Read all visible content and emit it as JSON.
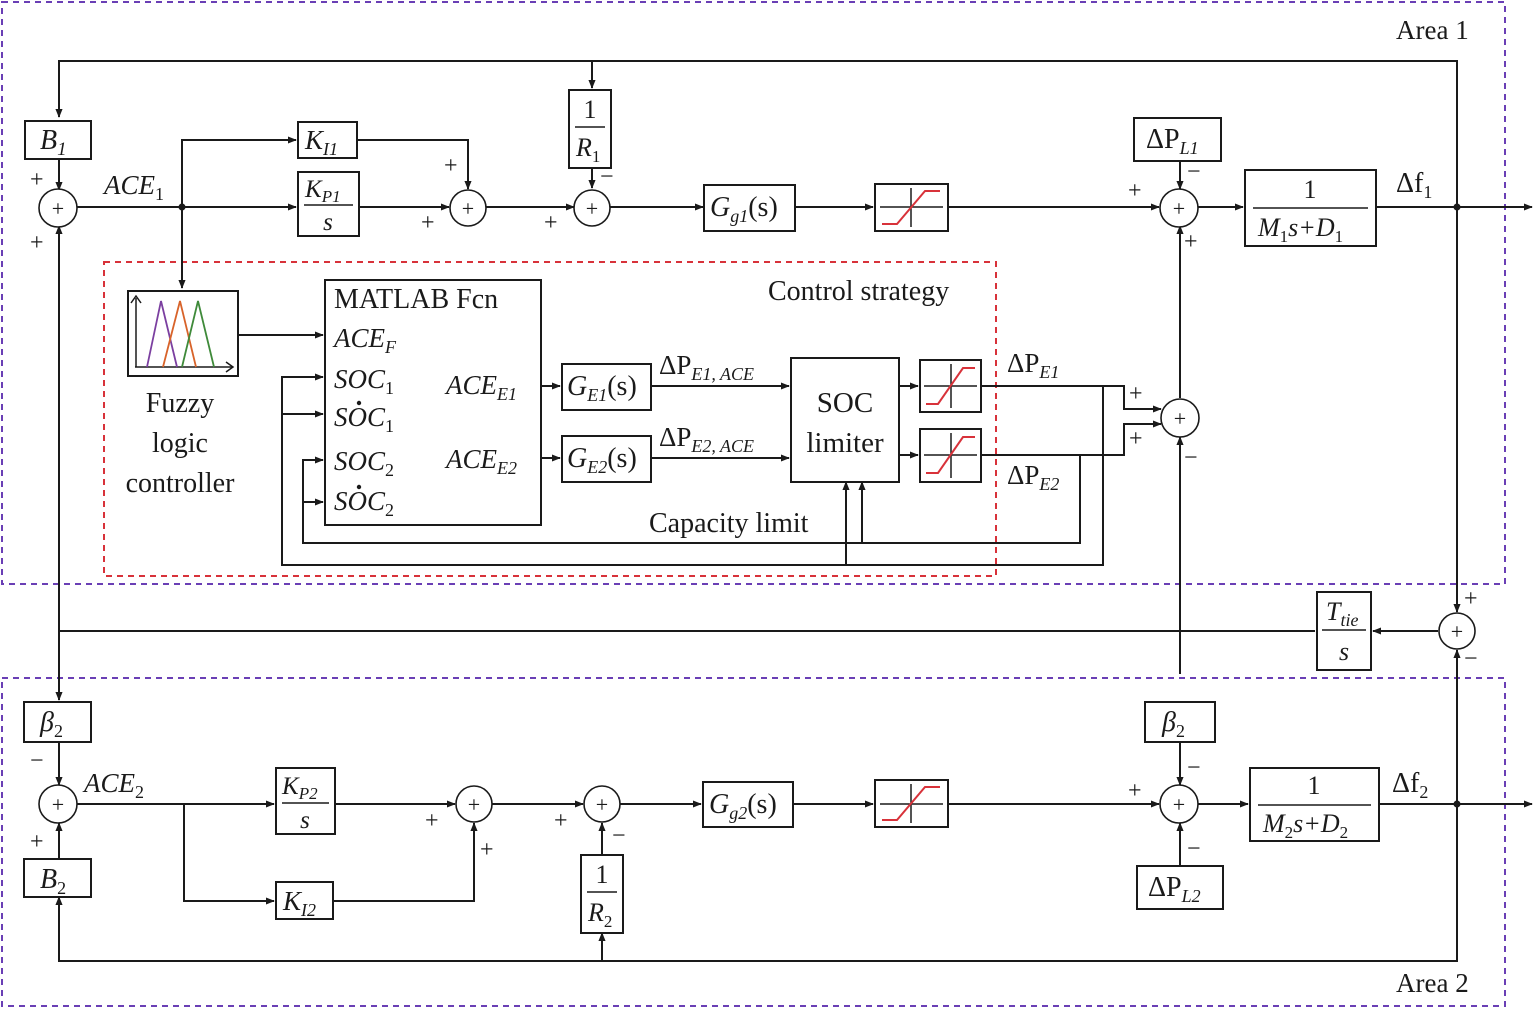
{
  "areas": {
    "area1": "Area 1",
    "area2": "Area 2"
  },
  "colors": {
    "area_border": "#6a3fb5",
    "strategy_border": "#d8323a",
    "limiter_curve": "#d8323a",
    "wire": "#1a1a1a",
    "fuzzy_mf": [
      "#7b3fa0",
      "#d8632a",
      "#3f8a3a"
    ]
  },
  "icons": {
    "sum": "summing-junction-icon",
    "sat": "saturation-limiter-icon",
    "fuzzy": "membership-function-icon"
  },
  "control": {
    "title": "Control strategy",
    "capacity": "Capacity limit"
  },
  "fuzzy": {
    "l1": "Fuzzy",
    "l2": "logic",
    "l3": "controller"
  },
  "matlab": {
    "title": "MATLAB Fcn",
    "in1": "ACE",
    "in1_sub": "F",
    "soc": "SOC",
    "sub1": "1",
    "sub2": "2",
    "out": "ACE",
    "out1_sub": "E1",
    "out2_sub": "E2"
  },
  "soc_limiter": {
    "l1": "SOC",
    "l2": "limiter"
  },
  "gains": {
    "B": "B",
    "one": "1",
    "R": "R",
    "s": "s",
    "KI": "K",
    "KI1_sub": "I1",
    "KI2_sub": "I2",
    "KP": "K",
    "KP1_sub": "P1",
    "KP2_sub": "P2",
    "beta": "β",
    "sub1": "1",
    "sub2": "2",
    "T": "T",
    "T_sub": "tie",
    "M": "M",
    "D": "D",
    "Gg1_main": "G",
    "Gg1_sub": "g1",
    "Gg2_sub": "g2",
    "Gs_tail": "(s)",
    "GE_main": "G",
    "GE1_sub": "E1",
    "GE2_sub": "E2",
    "dP": "ΔP",
    "L1_sub": "L1",
    "L2_sub": "L2",
    "s_plus": "s+"
  },
  "signals": {
    "ACE": "ACE",
    "ACE1_sub": "1",
    "ACE2_sub": "2",
    "df": "Δf",
    "df1_sub": "1",
    "df2_sub": "2",
    "dPE": "ΔP",
    "PE1_ACE_sub": "E1, ACE",
    "PE2_ACE_sub": "E2, ACE",
    "PE1_sub": "E1",
    "PE2_sub": "E2"
  },
  "signs": {
    "plus": "+",
    "minus": "−"
  }
}
